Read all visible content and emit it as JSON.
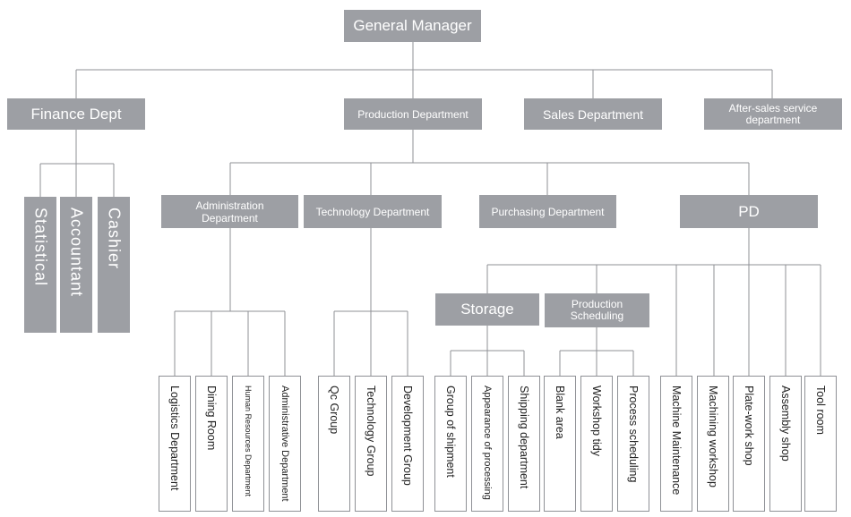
{
  "top": {
    "general_manager": "General Manager"
  },
  "level1": {
    "finance": "Finance Dept",
    "production": "Production Department",
    "sales": "Sales Department",
    "after_sales": "After-sales service department"
  },
  "finance_units": [
    "Statistical",
    "Accountant",
    "Cashier"
  ],
  "level2": {
    "administration": "Administration Department",
    "technology": "Technology Department",
    "purchasing": "Purchasing Department",
    "pd": "PD"
  },
  "level3": {
    "storage": "Storage",
    "scheduling": "Production Scheduling"
  },
  "leaves": {
    "administration": [
      "Logistics Department",
      "Dining Room",
      "Human Resources Department",
      "Administrative Department"
    ],
    "technology": [
      "Qc Group",
      "Technology Group",
      "Development Group"
    ],
    "storage": [
      "Group of shipment",
      "Appearance of processing",
      "Shipping department"
    ],
    "scheduling": [
      "Blank area",
      "Workshop tidy",
      "Process scheduling"
    ],
    "pd": [
      "Machine Maintenance",
      "Machining workshop",
      "Plate-work shop",
      "Assembly shop",
      "Tool room"
    ]
  },
  "colors": {
    "box": "#9d9fa4",
    "line": "#8f9196",
    "leaf_border": "#8f9196",
    "text": "#222222"
  }
}
